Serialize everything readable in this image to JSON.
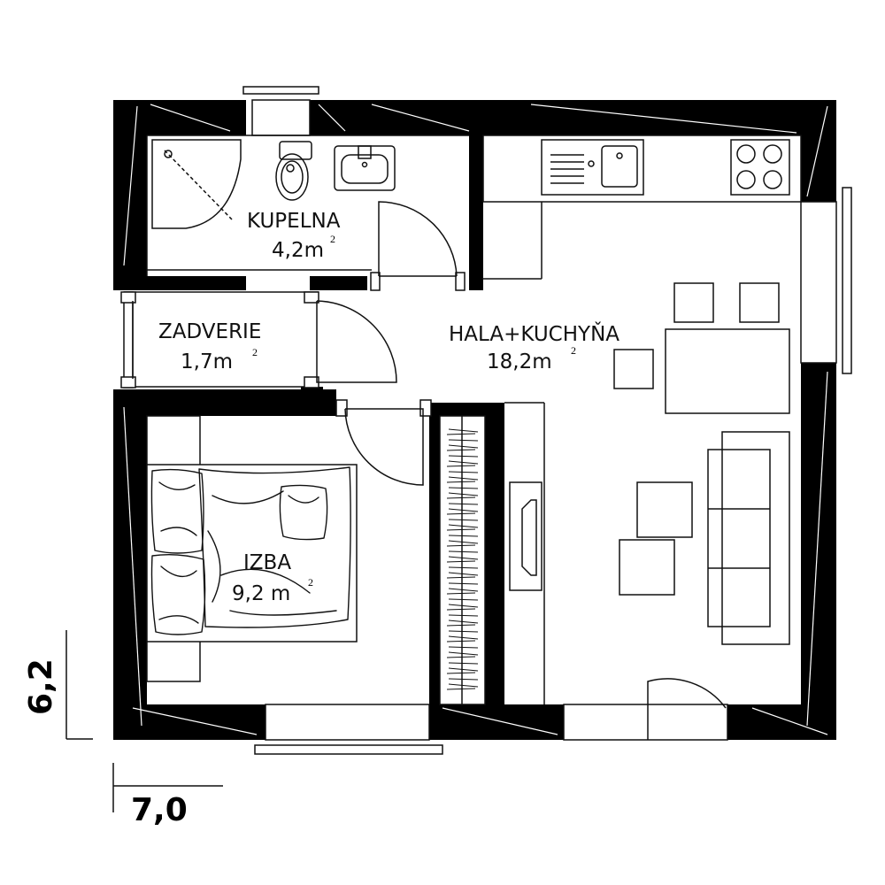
{
  "rooms": {
    "bathroom": {
      "name": "KUPELNA",
      "area": "4,2m",
      "area_sup": "2"
    },
    "entry": {
      "name": "ZADVERIE",
      "area": "1,7m",
      "area_sup": "2"
    },
    "hall_kitchen": {
      "name": "HALA+KUCHYŇA",
      "area": "18,2m",
      "area_sup": "2"
    },
    "bedroom": {
      "name": "IZBA",
      "area": "9,2 m",
      "area_sup": "2"
    }
  },
  "dimensions": {
    "height": "6,2",
    "width": "7,0"
  },
  "colors": {
    "wall": "#000000",
    "line": "#111111",
    "background": "#ffffff"
  }
}
